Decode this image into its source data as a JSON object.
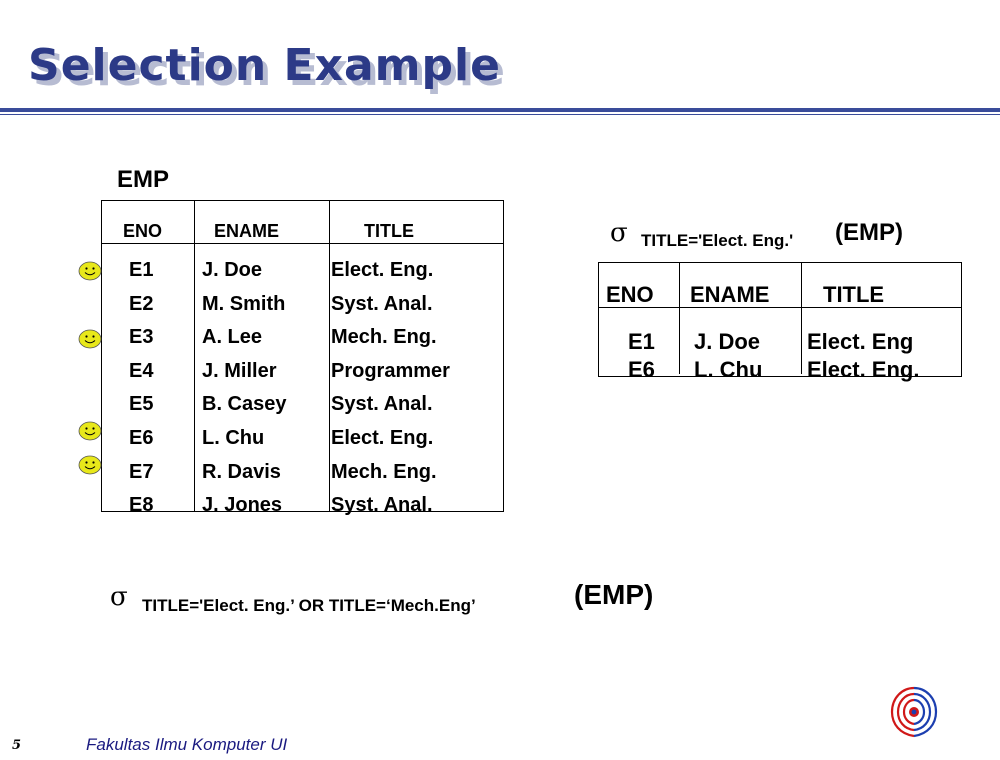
{
  "slide": {
    "title": "Selection Example",
    "page_number": "5",
    "footer": "Fakultas Ilmu Komputer UI"
  },
  "emp_table": {
    "name": "EMP",
    "columns": [
      "ENO",
      "ENAME",
      "TITLE"
    ],
    "rows": [
      [
        "E1",
        "J. Doe",
        "Elect. Eng."
      ],
      [
        "E2",
        "M. Smith",
        "Syst. Anal."
      ],
      [
        "E3",
        "A. Lee",
        "Mech. Eng."
      ],
      [
        "E4",
        "J. Miller",
        "Programmer"
      ],
      [
        "E5",
        "B. Casey",
        "Syst. Anal."
      ],
      [
        "E6",
        "L. Chu",
        "Elect. Eng."
      ],
      [
        "E7",
        "R. Davis",
        "Mech. Eng."
      ],
      [
        "E8",
        "J. Jones",
        "Syst. Anal."
      ]
    ],
    "marked_rows": [
      "E1",
      "E3",
      "E6",
      "E7"
    ]
  },
  "selection_1": {
    "sigma": "σ",
    "condition": "TITLE='Elect. Eng.'",
    "relation": "(EMP)"
  },
  "result_table": {
    "columns": [
      "ENO",
      "ENAME",
      "TITLE"
    ],
    "rows": [
      [
        "E1",
        "J. Doe",
        "Elect. Eng"
      ],
      [
        "E6",
        "L. Chu",
        "Elect. Eng."
      ]
    ]
  },
  "selection_2": {
    "sigma": "σ",
    "condition": "TITLE='Elect. Eng.’ OR TITLE=‘Mech.Eng’",
    "relation": "(EMP)"
  },
  "colors": {
    "title": "#2c3a87",
    "title_shadow": "#b7bcd2",
    "rule": "#3a4c9a",
    "smiley": "#e8e81a",
    "footer": "#1a1a80"
  },
  "icons": {
    "marker": "smiley-face-icon",
    "logo": "university-logo-icon"
  }
}
